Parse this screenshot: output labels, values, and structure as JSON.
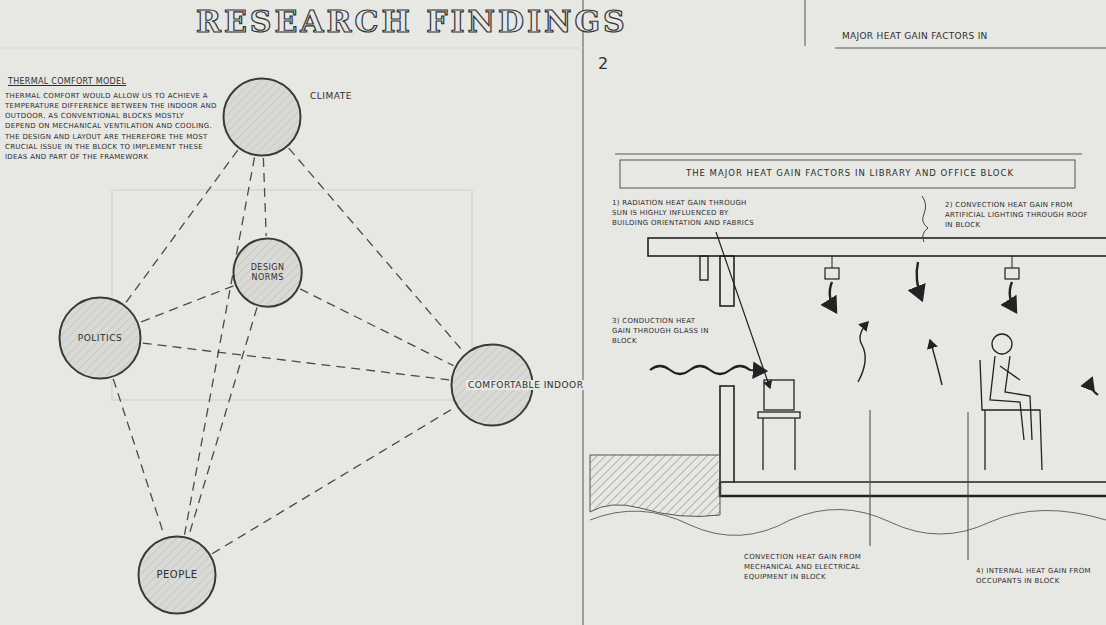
{
  "diagram": {
    "title": "RESEARCH FINDINGS",
    "nodes": [
      {
        "text": [
          "CLIMATE"
        ]
      },
      {
        "text": [
          "DESIGN NORMS"
        ]
      },
      {
        "text": [
          "POLITICS"
        ]
      },
      {
        "text": [
          "COMFORTABLE INDOOR"
        ]
      },
      {
        "text": [
          "PEOPLE"
        ]
      }
    ],
    "edges": [
      {
        "from": 0,
        "to": 1,
        "arrow": "none"
      },
      {
        "from": 0,
        "to": 2,
        "arrow": "none"
      },
      {
        "from": 0,
        "to": 3,
        "arrow": "none"
      },
      {
        "from": 0,
        "to": 4,
        "arrow": "none"
      },
      {
        "from": 1,
        "to": 2,
        "arrow": "none"
      },
      {
        "from": 1,
        "to": 3,
        "arrow": "none"
      },
      {
        "from": 1,
        "to": 4,
        "arrow": "none"
      },
      {
        "from": 2,
        "to": 3,
        "arrow": "none"
      },
      {
        "from": 2,
        "to": 4,
        "arrow": "none"
      },
      {
        "from": 4,
        "to": 3,
        "arrow": "none"
      }
    ],
    "labels": [
      "THERMAL COMFORT MODEL",
      "THERMAL COMFORT WOULD ALLOW US TO ACHIEVE A TEMPERATURE DIFFERENCE BETWEEN THE INDOOR AND OUTDOOR, AS CONVENTIONAL BLOCKS MOSTLY DEPEND ON MECHANICAL VENTILATION AND COOLING. THE DESIGN AND LAYOUT ARE THEREFORE THE MOST CRUCIAL ISSUE IN THE BLOCK TO IMPLEMENT THESE IDEAS AND PART OF THE FRAMEWORK",
      "2",
      "MAJOR HEAT GAIN FACTORS IN",
      "THE MAJOR HEAT GAIN FACTORS IN LIBRARY AND OFFICE BLOCK",
      "1) RADIATION HEAT GAIN THROUGH SUN IS HIGHLY INFLUENCED BY BUILDING ORIENTATION AND FABRICS",
      "2) CONVECTION HEAT GAIN FROM ARTIFICIAL LIGHTING THROUGH ROOF IN BLOCK",
      "3) CONDUCTION HEAT GAIN THROUGH GLASS IN BLOCK",
      "CONVECTION HEAT GAIN FROM MECHANICAL AND ELECTRICAL EQUIPMENT IN BLOCK",
      "4) INTERNAL HEAT GAIN FROM OCCUPANTS IN BLOCK"
    ]
  }
}
